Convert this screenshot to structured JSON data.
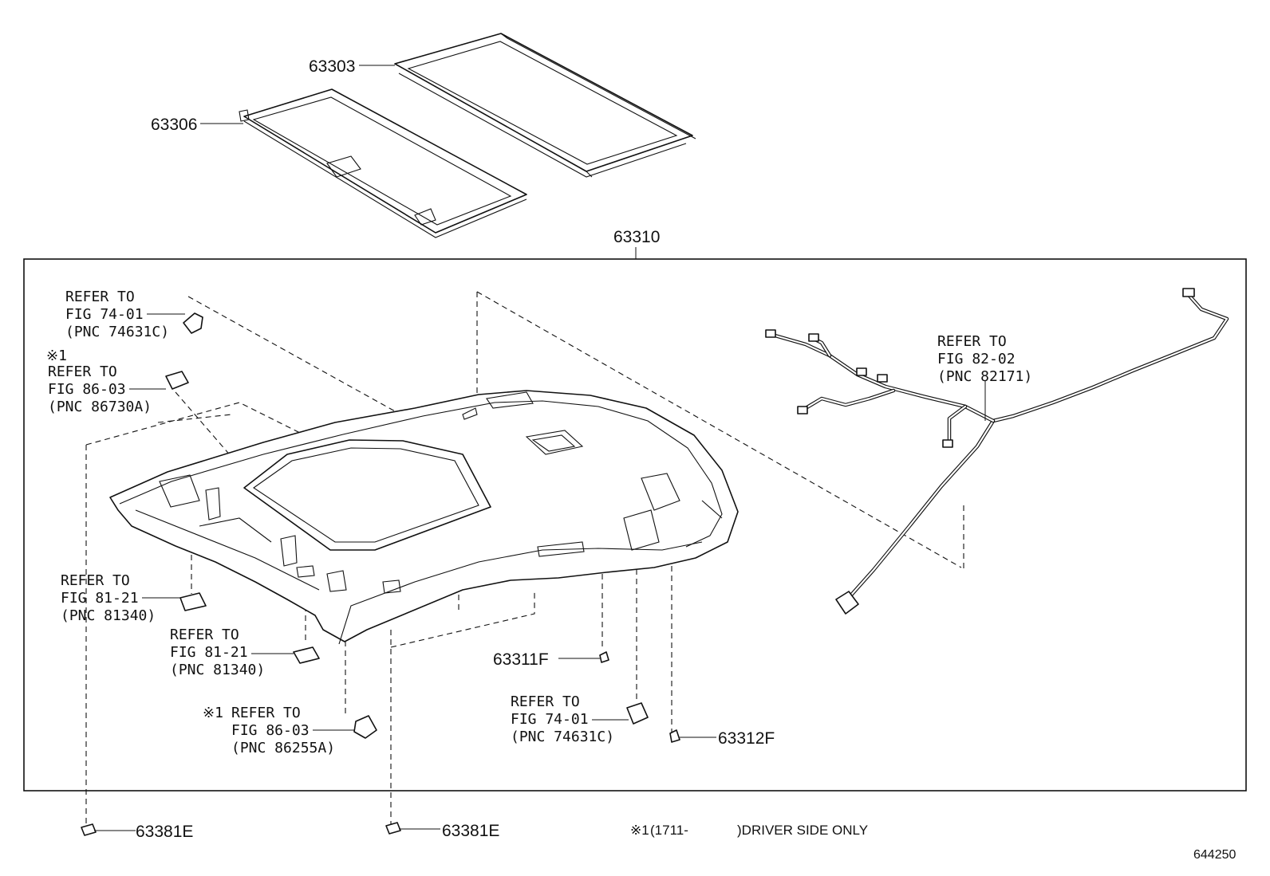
{
  "parts": {
    "sunroof_panel": "63303",
    "sunshade": "63306",
    "headliner_assembly": "63310",
    "clip_left": "63381E",
    "clip_center": "63381E",
    "clip_f1": "63311F",
    "clip_f2": "63312F"
  },
  "refs": {
    "ref1": {
      "line1": "REFER TO",
      "line2": "FIG 74-01",
      "line3": "(PNC 74631C)"
    },
    "ref2": {
      "mark": "※1",
      "line1": "REFER TO",
      "line2": "FIG 86-03",
      "line3": "(PNC 86730A)"
    },
    "ref3": {
      "line1": "REFER TO",
      "line2": "FIG 81-21",
      "line3": "(PNC 81340)"
    },
    "ref4": {
      "line1": "REFER TO",
      "line2": "FIG 81-21",
      "line3": "(PNC 81340)"
    },
    "ref5": {
      "mark": "※1",
      "line1": "REFER TO",
      "line2": "FIG 86-03",
      "line3": "(PNC 86255A)"
    },
    "ref6": {
      "line1": "REFER TO",
      "line2": "FIG 74-01",
      "line3": "(PNC 74631C)"
    },
    "ref7": {
      "line1": "REFER TO",
      "line2": "FIG 82-02",
      "line3": "(PNC 82171)"
    }
  },
  "footnote": {
    "mark": "※1",
    "range": "(1711-",
    "text": ")DRIVER SIDE ONLY"
  },
  "figure_id": "644250"
}
